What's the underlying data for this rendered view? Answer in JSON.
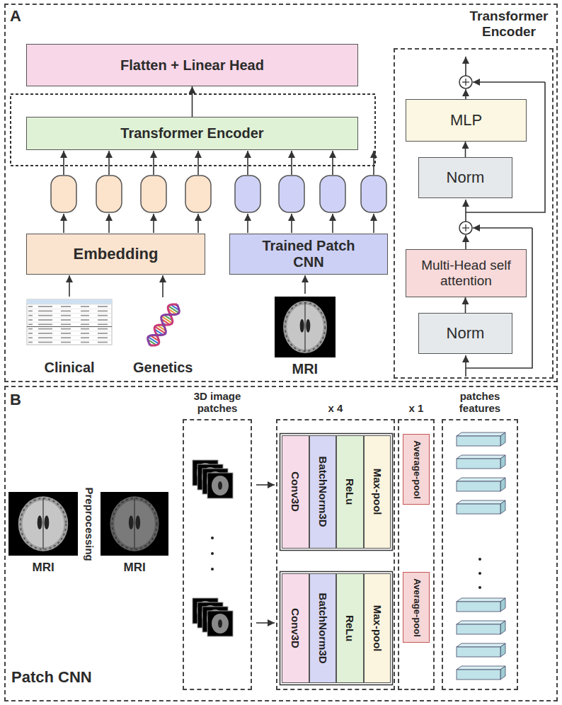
{
  "diagram": {
    "nodes": [
      {
        "text": [
          "A"
        ]
      },
      {
        "text": [
          "Flatten + Linear Head"
        ],
        "in": 0
      },
      {
        "text": [
          "Transformer Encoder"
        ],
        "in": 0
      },
      {
        "text": [
          "Embedding"
        ],
        "in": 0
      },
      {
        "text": [
          "Trained Patch CNN"
        ],
        "in": 0
      },
      {
        "text": [
          "Transformer Encoder"
        ],
        "in": 0
      },
      {
        "text": [
          "MLP"
        ],
        "in": 5
      },
      {
        "text": [
          "Norm"
        ],
        "in": 5
      },
      {
        "text": [
          "Multi-Head self attention"
        ],
        "in": 5
      },
      {
        "text": [
          "Norm"
        ],
        "in": 5
      },
      {
        "text": [
          "B",
          "Patch CNN"
        ]
      },
      {
        "text": [
          "3D image patches"
        ],
        "in": 10
      },
      {
        "text": [
          "x 4"
        ],
        "in": 10
      },
      {
        "text": [
          "Conv3D"
        ],
        "in": 12
      },
      {
        "text": [
          "BatchNorm3D"
        ],
        "in": 12
      },
      {
        "text": [
          "ReLu"
        ],
        "in": 12
      },
      {
        "text": [
          "Max-pool"
        ],
        "in": 12
      },
      {
        "text": [
          "Conv3D"
        ],
        "in": 12
      },
      {
        "text": [
          "BatchNorm3D"
        ],
        "in": 12
      },
      {
        "text": [
          "ReLu"
        ],
        "in": 12
      },
      {
        "text": [
          "Max-pool"
        ],
        "in": 12
      },
      {
        "text": [
          "x 1"
        ],
        "in": 10
      },
      {
        "text": [
          "Average-pool"
        ],
        "in": 21
      },
      {
        "text": [
          "Average-pool"
        ],
        "in": 21
      },
      {
        "text": [
          "patches features"
        ],
        "in": 10
      }
    ],
    "edges": [
      {
        "from": 2,
        "to": 1,
        "arrow": "to"
      },
      {
        "from": 9,
        "to": 8,
        "arrow": "to"
      },
      {
        "from": 7,
        "to": 6,
        "arrow": "to"
      }
    ],
    "labels": [
      "Clinical",
      "Genetics",
      "MRI",
      "MRI",
      "Preprocessing",
      "MRI"
    ]
  }
}
